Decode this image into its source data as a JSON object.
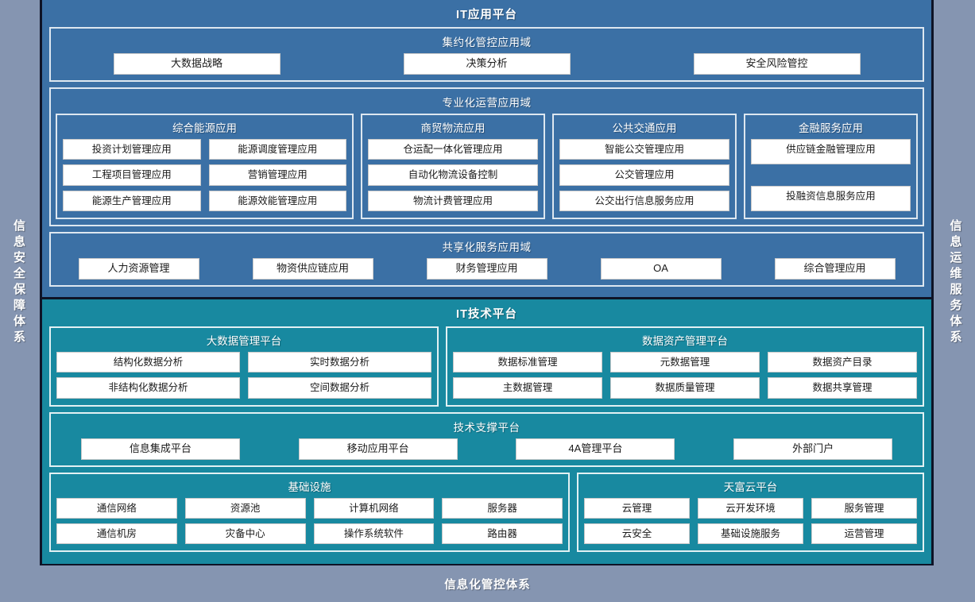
{
  "left_rail": {
    "label": "信息安全保障体系"
  },
  "right_rail": {
    "label": "信息运维服务体系"
  },
  "bottom_band": {
    "label": "信息化管控体系"
  },
  "colors": {
    "frame": "#8595b1",
    "app_platform": "#3b70a5",
    "tech_platform": "#1889a0",
    "border_dark": "#0e1326",
    "chip_bg": "#ffffff",
    "box_border_light": "#dde7f0"
  },
  "app_platform": {
    "title": "IT应用平台",
    "domains": [
      {
        "title": "集约化管控应用域",
        "layout": "row",
        "items": [
          "大数据战略",
          "决策分析",
          "安全风险管控"
        ]
      },
      {
        "title": "专业化运营应用域",
        "layout": "columns",
        "columns": [
          {
            "title": "综合能源应用",
            "grid": "two",
            "items": [
              "投资计划管理应用",
              "能源调度管理应用",
              "工程项目管理应用",
              "营销管理应用",
              "能源生产管理应用",
              "能源效能管理应用"
            ]
          },
          {
            "title": "商贸物流应用",
            "grid": "one",
            "items": [
              "仓运配一体化管理应用",
              "自动化物流设备控制",
              "物流计费管理应用"
            ]
          },
          {
            "title": "公共交通应用",
            "grid": "one",
            "items": [
              "智能公交管理应用",
              "公交管理应用",
              "公交出行信息服务应用"
            ]
          },
          {
            "title": "金融服务应用",
            "grid": "one",
            "items": [
              "供应链金融管理应用",
              "",
              "投融资信息服务应用"
            ]
          }
        ]
      },
      {
        "title": "共享化服务应用域",
        "layout": "row",
        "items": [
          "人力资源管理",
          "物资供应链应用",
          "财务管理应用",
          "OA",
          "综合管理应用"
        ]
      }
    ]
  },
  "tech_platform": {
    "title": "IT技术平台",
    "row_one": [
      {
        "title": "大数据管理平台",
        "grid": "two",
        "items": [
          "结构化数据分析",
          "实时数据分析",
          "非结构化数据分析",
          "空间数据分析"
        ]
      },
      {
        "title": "数据资产管理平台",
        "grid": "three",
        "items": [
          "数据标准管理",
          "元数据管理",
          "数据资产目录",
          "主数据管理",
          "数据质量管理",
          "数据共享管理"
        ]
      }
    ],
    "support": {
      "title": "技术支撑平台",
      "items": [
        "信息集成平台",
        "移动应用平台",
        "4A管理平台",
        "外部门户"
      ]
    },
    "row_three": [
      {
        "title": "基础设施",
        "grid": "four",
        "items": [
          "通信网络",
          "资源池",
          "计算机网络",
          "服务器",
          "通信机房",
          "灾备中心",
          "操作系统软件",
          "路由器"
        ]
      },
      {
        "title": "天富云平台",
        "grid": "three",
        "items": [
          "云管理",
          "云开发环境",
          "服务管理",
          "云安全",
          "基础设施服务",
          "运营管理"
        ]
      }
    ]
  }
}
